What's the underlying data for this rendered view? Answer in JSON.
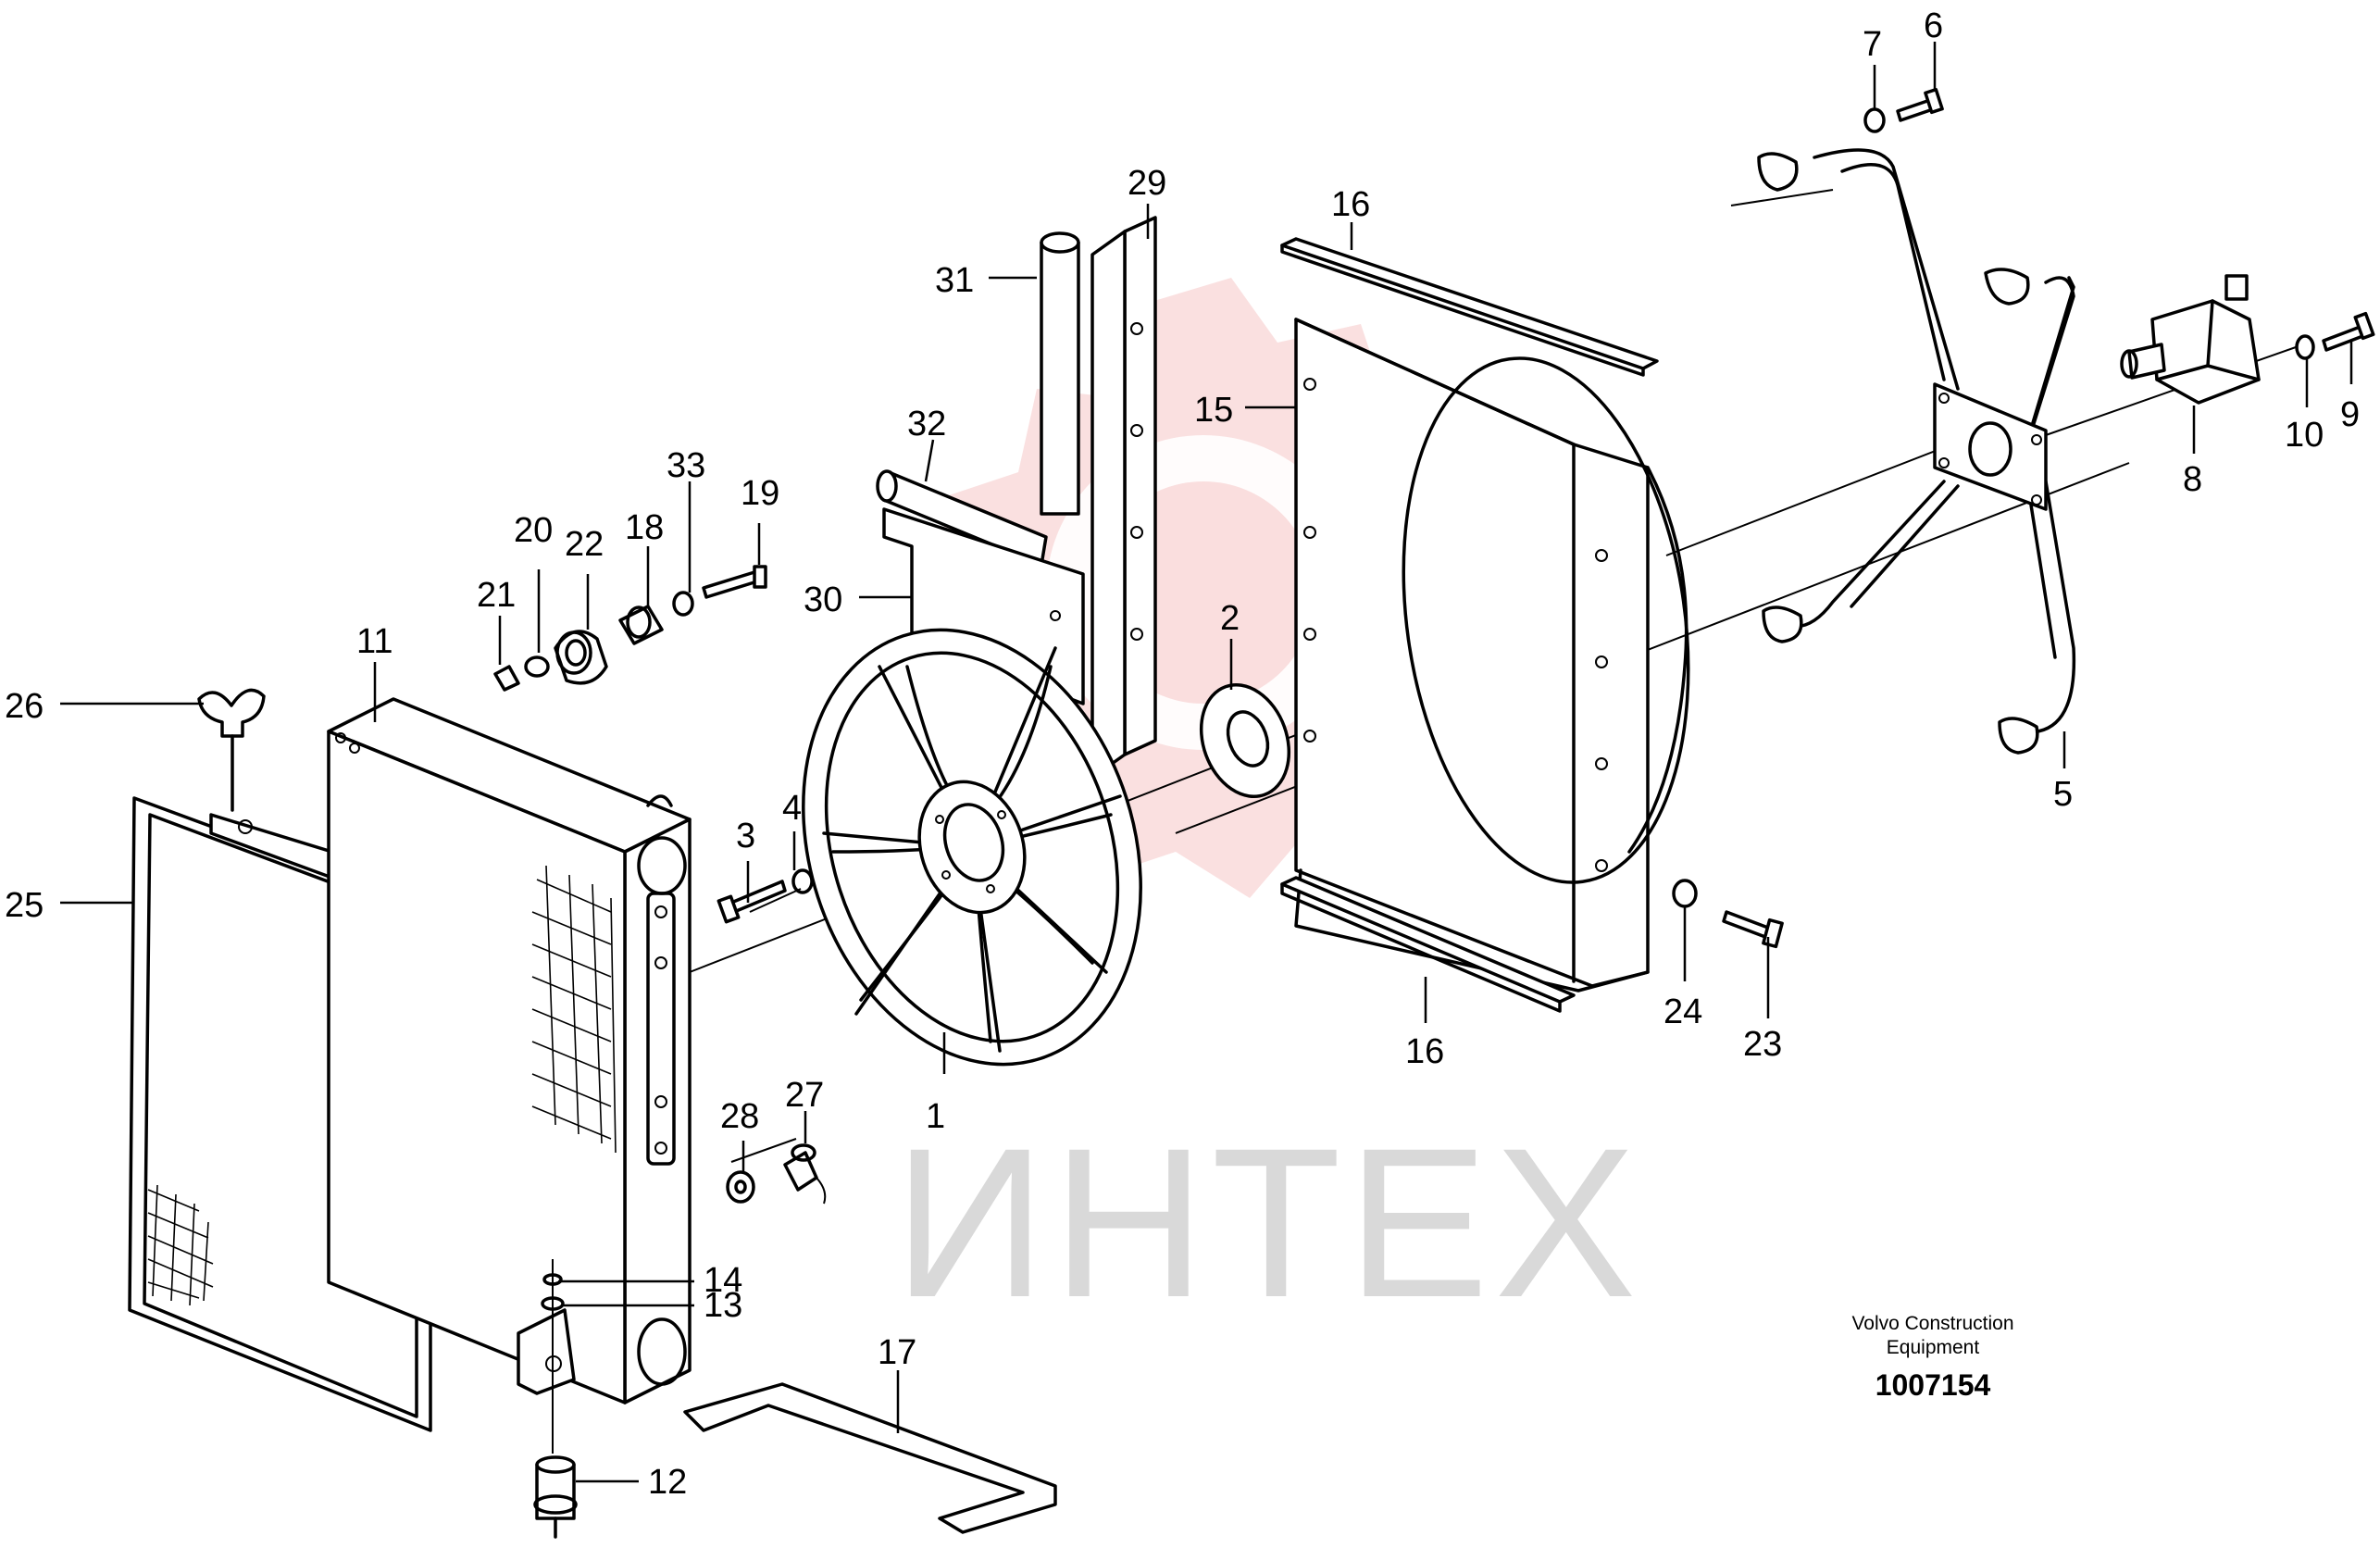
{
  "watermark": {
    "text": "ИНТЕХ"
  },
  "caption": {
    "line1": "Volvo Construction",
    "line2": "Equipment",
    "doc_number": "1007154"
  },
  "callouts": {
    "c1": "1",
    "c2": "2",
    "c3": "3",
    "c4": "4",
    "c5": "5",
    "c6": "6",
    "c7": "7",
    "c8": "8",
    "c9": "9",
    "c10": "10",
    "c11": "11",
    "c12": "12",
    "c13": "13",
    "c14": "14",
    "c15": "15",
    "c16a": "16",
    "c16b": "16",
    "c17": "17",
    "c18": "18",
    "c19": "19",
    "c20": "20",
    "c21": "21",
    "c22": "22",
    "c23": "23",
    "c24": "24",
    "c25": "25",
    "c26": "26",
    "c27": "27",
    "c28": "28",
    "c29": "29",
    "c30": "30",
    "c31": "31",
    "c32": "32",
    "c33": "33"
  }
}
